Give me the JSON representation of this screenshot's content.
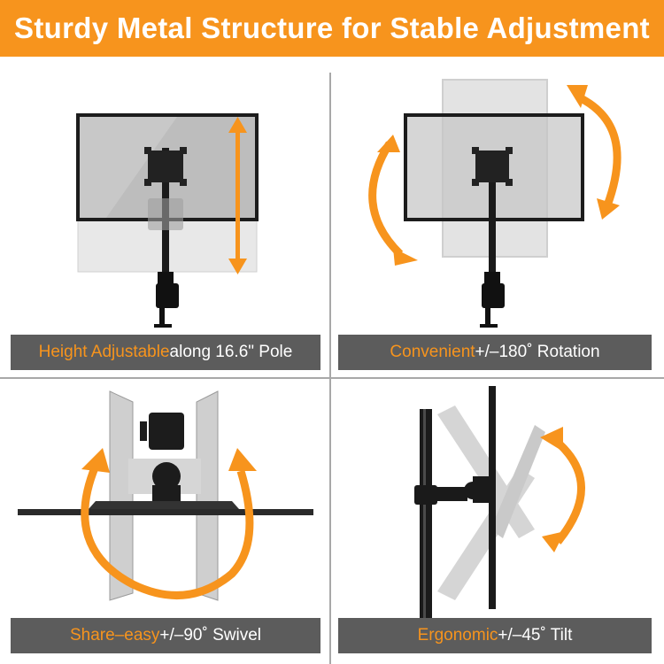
{
  "header": {
    "title": "Sturdy Metal Structure for Stable Adjustment"
  },
  "colors": {
    "accent": "#f7941d",
    "caption_bg": "#5c5c5c",
    "caption_text": "#ffffff",
    "divider": "#a8a8a8"
  },
  "panels": [
    {
      "id": "height",
      "highlight": "Height Adjustable",
      "rest": " along 16.6\" Pole",
      "icons": [
        "monitor-icon",
        "up-down-arrow-icon",
        "clamp-icon"
      ]
    },
    {
      "id": "rotation",
      "highlight": "Convenient",
      "rest": " +/–180˚ Rotation",
      "icons": [
        "monitor-icon",
        "rotate-arrow-icon",
        "clamp-icon"
      ]
    },
    {
      "id": "swivel",
      "highlight": "Share–easy",
      "rest": " +/–90˚ Swivel",
      "icons": [
        "monitor-icon",
        "swivel-arrow-icon"
      ]
    },
    {
      "id": "tilt",
      "highlight": "Ergonomic",
      "rest": " +/–45˚ Tilt",
      "icons": [
        "monitor-icon",
        "tilt-arrow-icon",
        "pole-icon"
      ]
    }
  ]
}
